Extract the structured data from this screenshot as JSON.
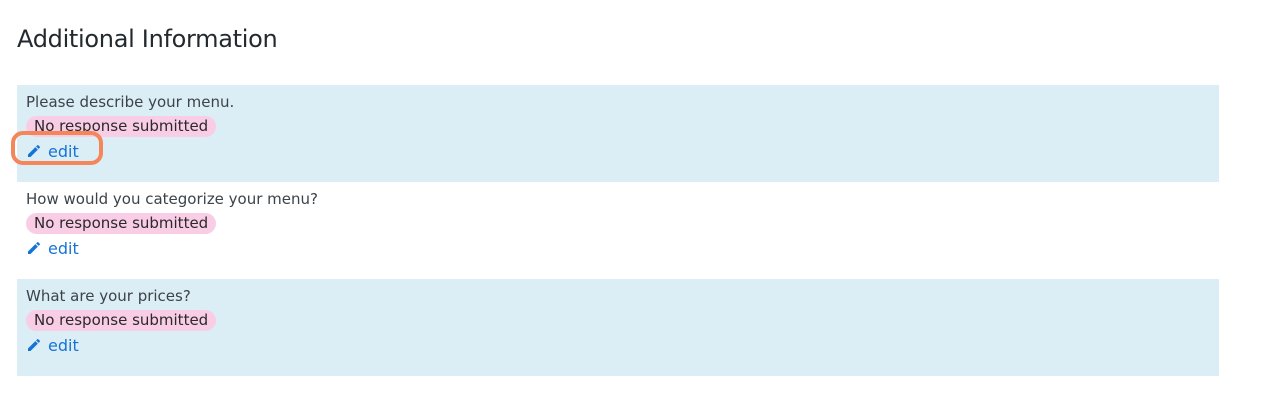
{
  "section": {
    "title": "Additional Information"
  },
  "questions": [
    {
      "question": "Please describe your menu.",
      "response": "No response submitted",
      "edit_label": "edit"
    },
    {
      "question": "How would you categorize your menu?",
      "response": "No response submitted",
      "edit_label": "edit"
    },
    {
      "question": "What are your prices?",
      "response": "No response submitted",
      "edit_label": "edit"
    }
  ],
  "colors": {
    "row_shade": "#dbedf5",
    "badge_bg": "#f9cde6",
    "link": "#1673d6",
    "highlight": "#f4865a"
  },
  "icons": {
    "edit": "pencil-icon"
  }
}
